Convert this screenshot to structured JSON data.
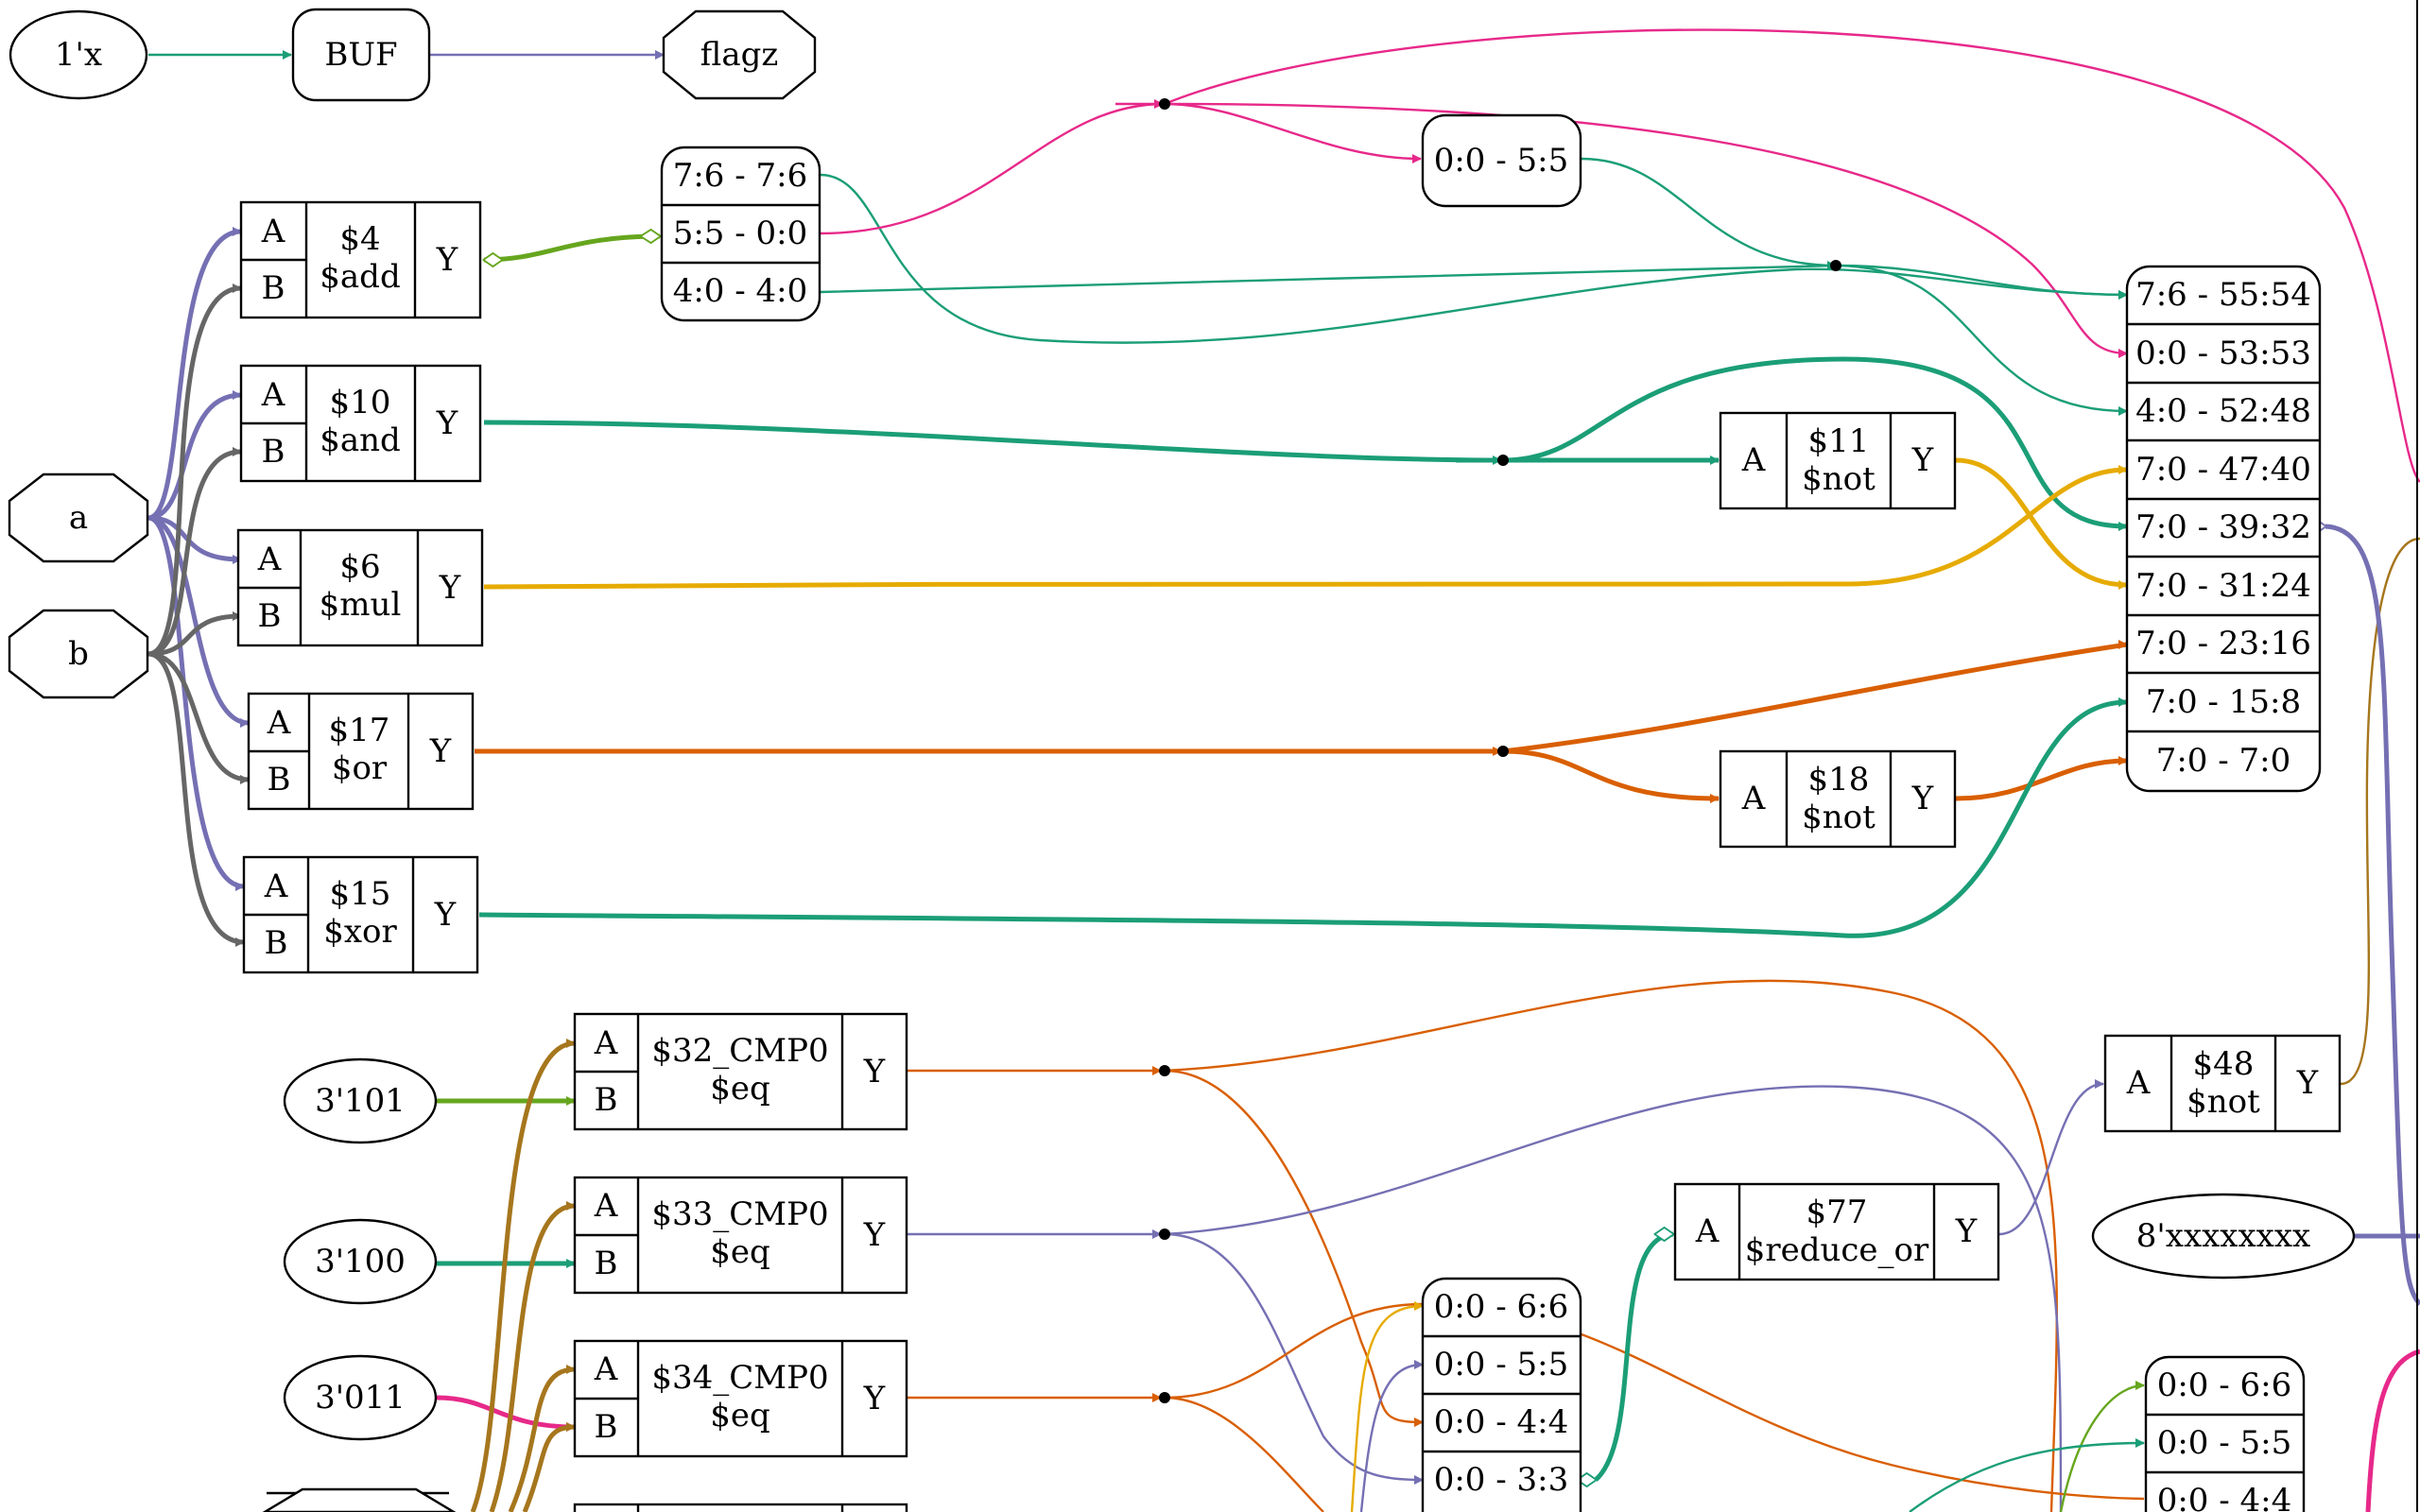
{
  "colors": {
    "teal": "#1b9e77",
    "orange": "#d95f02",
    "purple": "#7570b3",
    "pink": "#e7298a",
    "green": "#66a61e",
    "gold": "#e6ab02",
    "brown": "#a6761d",
    "gray": "#666666"
  },
  "ports": {
    "const_1x": "1'x",
    "buf": "BUF",
    "flagz": "flagz",
    "a": "a",
    "b": "b",
    "const_101": "3'101",
    "const_100": "3'100",
    "const_011": "3'011",
    "const_8x": "8'xxxxxxxx"
  },
  "cells": {
    "add": {
      "id": "$4",
      "type": "$add",
      "a": "A",
      "b": "B",
      "y": "Y"
    },
    "and": {
      "id": "$10",
      "type": "$and",
      "a": "A",
      "b": "B",
      "y": "Y"
    },
    "mul": {
      "id": "$6",
      "type": "$mul",
      "a": "A",
      "b": "B",
      "y": "Y"
    },
    "or": {
      "id": "$17",
      "type": "$or",
      "a": "A",
      "b": "B",
      "y": "Y"
    },
    "xor": {
      "id": "$15",
      "type": "$xor",
      "a": "A",
      "b": "B",
      "y": "Y"
    },
    "not11": {
      "id": "$11",
      "type": "$not",
      "a": "A",
      "y": "Y"
    },
    "not18": {
      "id": "$18",
      "type": "$not",
      "a": "A",
      "y": "Y"
    },
    "not48": {
      "id": "$48",
      "type": "$not",
      "a": "A",
      "y": "Y"
    },
    "reduce77": {
      "id": "$77",
      "type": "$reduce_or",
      "a": "A",
      "y": "Y"
    },
    "eq32": {
      "id": "$32_CMP0",
      "type": "$eq",
      "a": "A",
      "b": "B",
      "y": "Y"
    },
    "eq33": {
      "id": "$33_CMP0",
      "type": "$eq",
      "a": "A",
      "b": "B",
      "y": "Y"
    },
    "eq34": {
      "id": "$34_CMP0",
      "type": "$eq",
      "a": "A",
      "b": "B",
      "y": "Y"
    }
  },
  "splits": {
    "add_split": [
      "7:6 - 7:6",
      "5:5 - 0:0",
      "4:0 - 4:0"
    ],
    "flag_split": [
      "0:0 - 5:5"
    ],
    "out_join": [
      "7:6 - 55:54",
      "0:0 - 53:53",
      "4:0 - 52:48",
      "7:0 - 47:40",
      "7:0 - 39:32",
      "7:0 - 31:24",
      "7:0 - 23:16",
      "7:0 - 15:8",
      "7:0 - 7:0"
    ],
    "cmp_join": [
      "0:0 - 6:6",
      "0:0 - 5:5",
      "0:0 - 4:4",
      "0:0 - 3:3"
    ],
    "right_join": [
      "0:0 - 6:6",
      "0:0 - 5:5",
      "0:0 - 4:4"
    ]
  }
}
